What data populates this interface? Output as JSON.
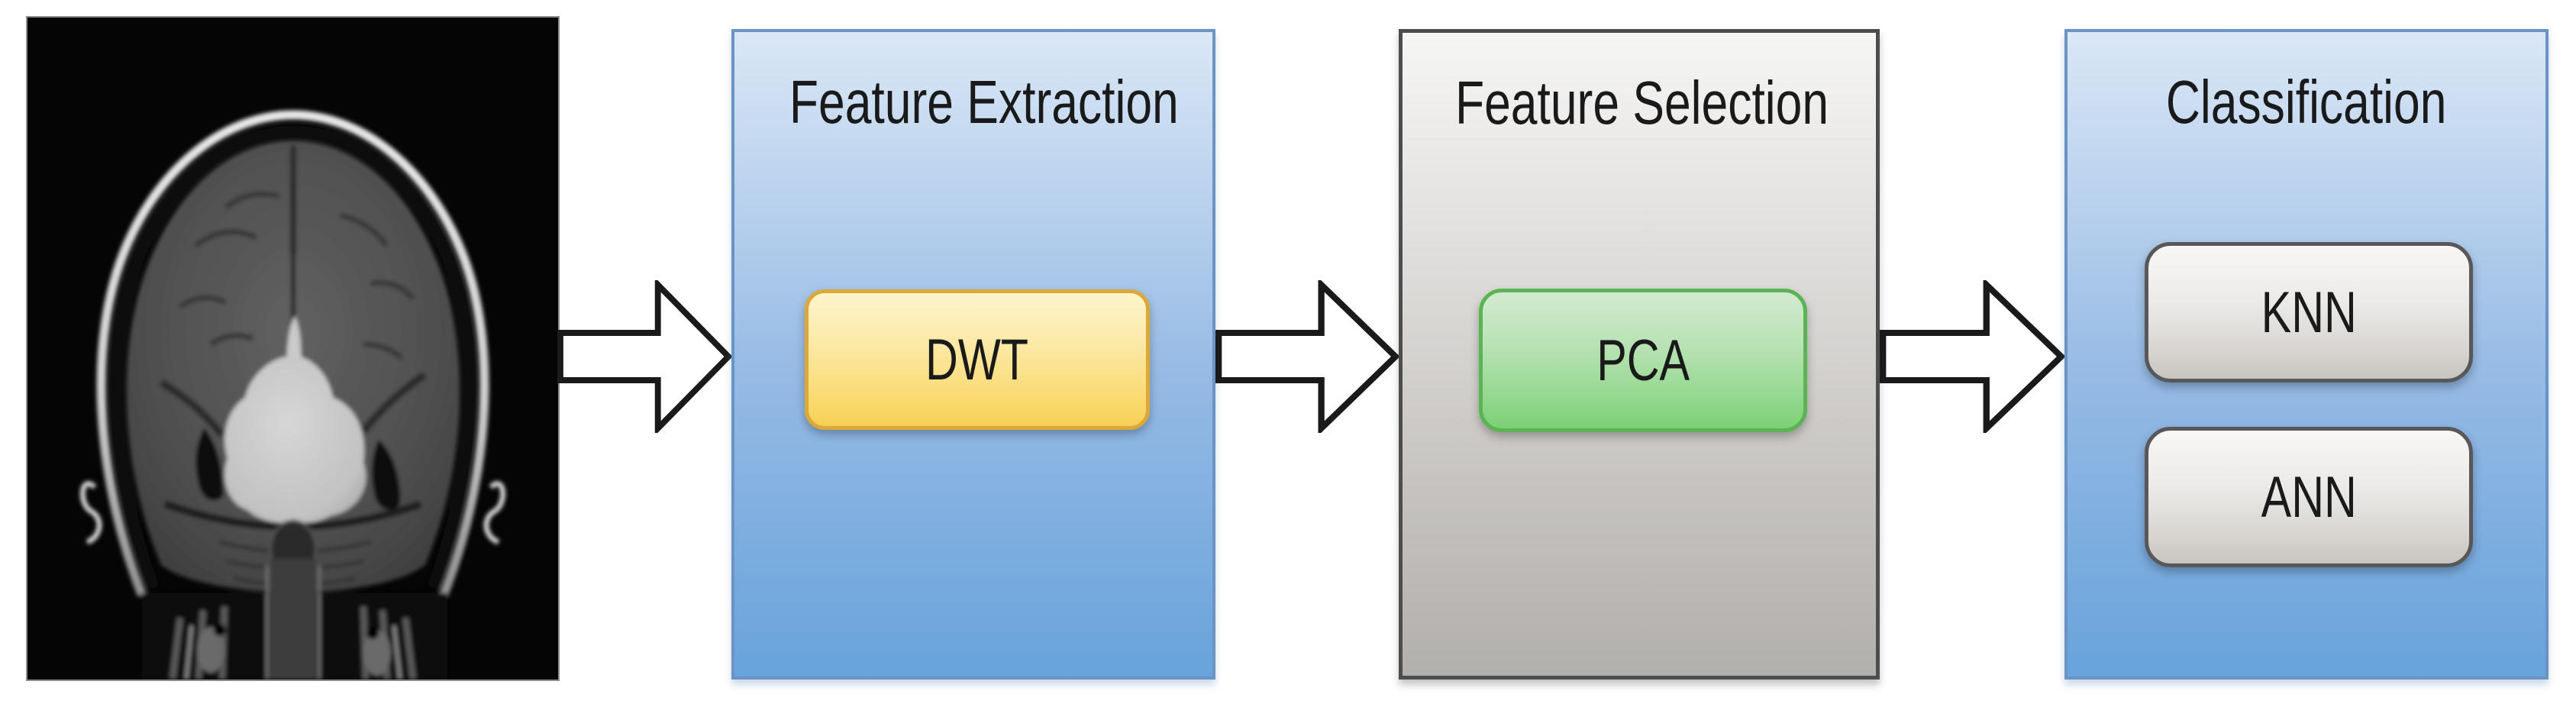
{
  "input_image": {
    "description": "Coronal brain MRI scan with bright central tumor mass"
  },
  "pipeline": {
    "stages": [
      {
        "title": "Feature Extraction",
        "theme": "blue",
        "methods": [
          {
            "label": "DWT",
            "theme": "yellow"
          }
        ]
      },
      {
        "title": "Feature Selection",
        "theme": "gray",
        "methods": [
          {
            "label": "PCA",
            "theme": "green"
          }
        ]
      },
      {
        "title": "Classification",
        "theme": "blue",
        "methods": [
          {
            "label": "KNN",
            "theme": "silver"
          },
          {
            "label": "ANN",
            "theme": "silver"
          }
        ]
      }
    ],
    "arrow_count": 3
  },
  "colors": {
    "page-bg": "#ffffff",
    "text-color": "#1a1a1a",
    "panel-blue-top": "#dae7f6",
    "panel-blue-mid": "#94b9e4",
    "panel-blue-bottom": "#68a3db",
    "panel-blue-border": "#6b93c4",
    "panel-gray-top": "#f6f6f5",
    "panel-gray-bottom": "#b2afac",
    "panel-gray-border": "#4d4d4d",
    "btn-yellow-top": "#fdf4cc",
    "btn-yellow-bottom": "#f7cf55",
    "btn-yellow-border": "#dca938",
    "btn-green-top": "#d2ebd0",
    "btn-green-bottom": "#7cd075",
    "btn-green-border": "#5bb453",
    "btn-silver-top": "#f8f7f6",
    "btn-silver-bottom": "#c8c5c0",
    "btn-silver-border": "#58585a",
    "arrow-fill": "#ffffff",
    "arrow-stroke": "#1a1a1a"
  }
}
